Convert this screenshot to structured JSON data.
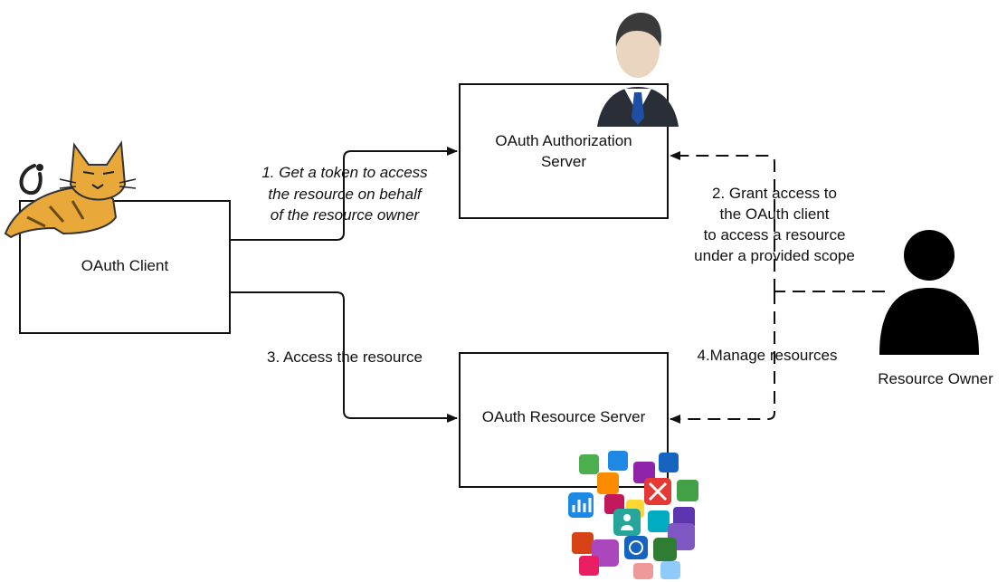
{
  "nodes": {
    "client": {
      "label": "OAuth Client"
    },
    "auth_server": {
      "label_line1": "OAuth Authorization",
      "label_line2": "Server"
    },
    "resource_server": {
      "label": "OAuth Resource Server"
    },
    "owner": {
      "label": "Resource Owner"
    }
  },
  "edges": {
    "step1": {
      "line1": "1. Get a token to access",
      "line2": "the resource on behalf",
      "line3": "of the resource owner"
    },
    "step2": {
      "line1": "2. Grant access to",
      "line2": "the OAuth client",
      "line3": "to access a resource",
      "line4": "under a provided scope"
    },
    "step3": {
      "label": "3. Access the resource"
    },
    "step4": {
      "label": "4.Manage resources"
    }
  },
  "icons": {
    "client": "tomcat-cat-icon",
    "auth_server": "businessman-icon",
    "owner": "person-silhouette-icon",
    "resources": "app-icons-cluster"
  }
}
